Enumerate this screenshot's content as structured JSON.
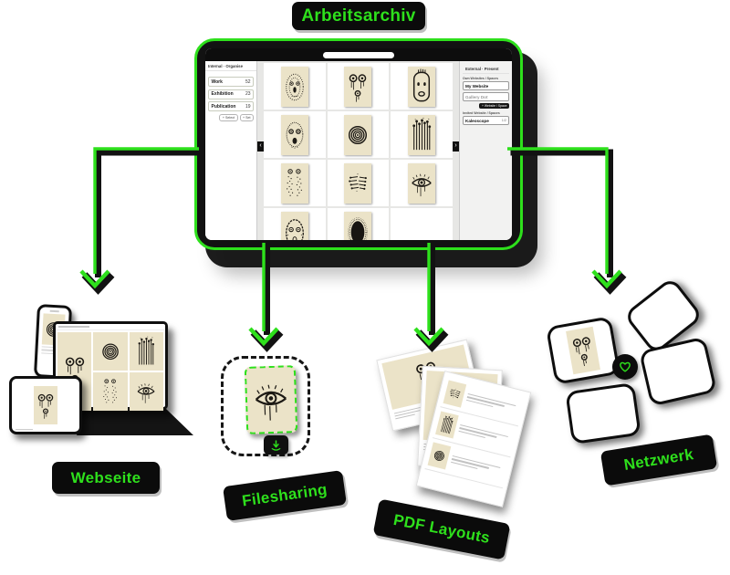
{
  "title": "Arbeitsarchiv",
  "colors": {
    "accent_green": "#2ee01c",
    "label_black": "#0b0b0b",
    "paper": "#ebe3c8",
    "ink": "#1d1a15"
  },
  "diagram": {
    "source": "Arbeitsarchiv",
    "targets": [
      "Webseite",
      "Filesharing",
      "PDF Layouts",
      "Netzwerk"
    ]
  },
  "tablet_app": {
    "internal": {
      "header": "Internal · Organise",
      "categories": [
        {
          "label": "Work",
          "count": "52"
        },
        {
          "label": "Exhibition",
          "count": "23"
        },
        {
          "label": "Publication",
          "count": "19"
        }
      ],
      "actions": [
        "+ Select",
        "+ Set"
      ]
    },
    "grid_artworks": [
      "dotted-face",
      "two-eyes",
      "rect-face",
      "skull",
      "spiral",
      "stick-plants",
      "eyes-confetti",
      "matches",
      "eye",
      "oval-face",
      "dot-blob"
    ],
    "pager": {
      "prev": "‹",
      "next": "›"
    },
    "external": {
      "header": "External · Present",
      "own_label": "Own Websites / Spaces",
      "website_input": "My Website",
      "website_placeholder": "Gallery Dot",
      "add_button": "+ Website / Space",
      "invited_label": "Invited Website / Spaces",
      "invited_name": "Kaleoscope",
      "invited_count": "1/2"
    }
  },
  "outputs": {
    "webseite": {
      "label": "Webseite",
      "phone_art": "spiral",
      "laptop_arts": [
        "two-eyes",
        "spiral",
        "stick-plants",
        "eyes-confetti",
        "eye"
      ],
      "tablet_art": "two-eyes"
    },
    "filesharing": {
      "label": "Filesharing",
      "card_art": "eye",
      "download_icon": "⤓"
    },
    "pdf_layouts": {
      "label": "PDF Layouts",
      "page1_art": "two-eyes",
      "page2_art": "stick-plants",
      "page3_arts": [
        "matches",
        "stick-plants",
        "spiral"
      ]
    },
    "netzwerk": {
      "label": "Netzwerk",
      "card_art": "two-eyes",
      "heart_icon": "♡"
    }
  }
}
